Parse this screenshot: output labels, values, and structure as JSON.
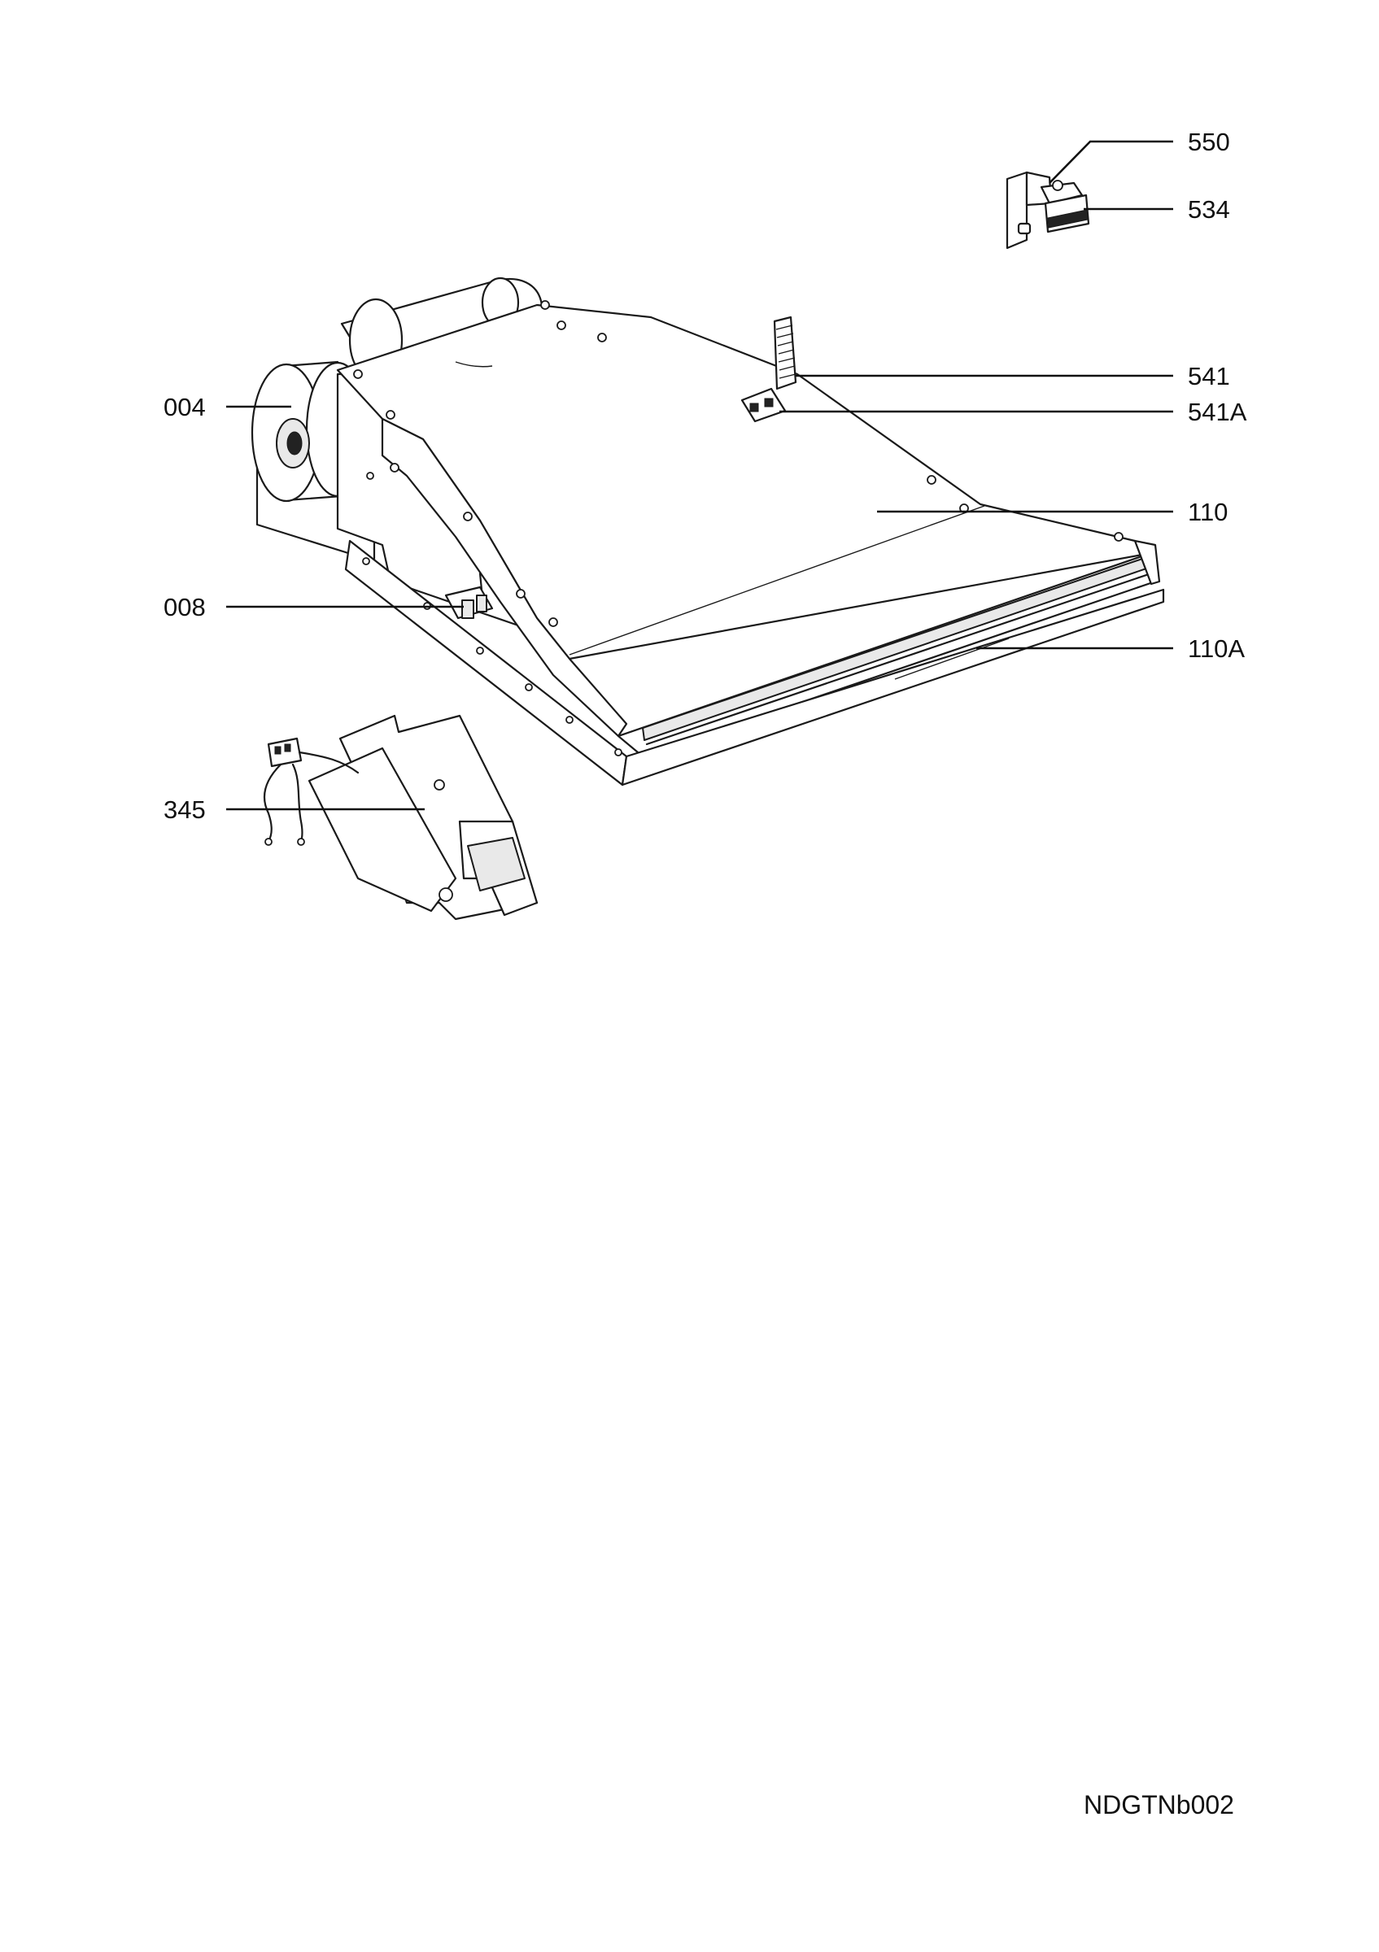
{
  "callouts": [
    {
      "id": "550",
      "label": "550"
    },
    {
      "id": "534",
      "label": "534"
    },
    {
      "id": "541",
      "label": "541"
    },
    {
      "id": "541A",
      "label": "541A"
    },
    {
      "id": "004",
      "label": "004"
    },
    {
      "id": "110",
      "label": "110"
    },
    {
      "id": "008",
      "label": "008"
    },
    {
      "id": "110A",
      "label": "110A"
    },
    {
      "id": "345",
      "label": "345"
    }
  ],
  "document_code": "NDGTNb002"
}
